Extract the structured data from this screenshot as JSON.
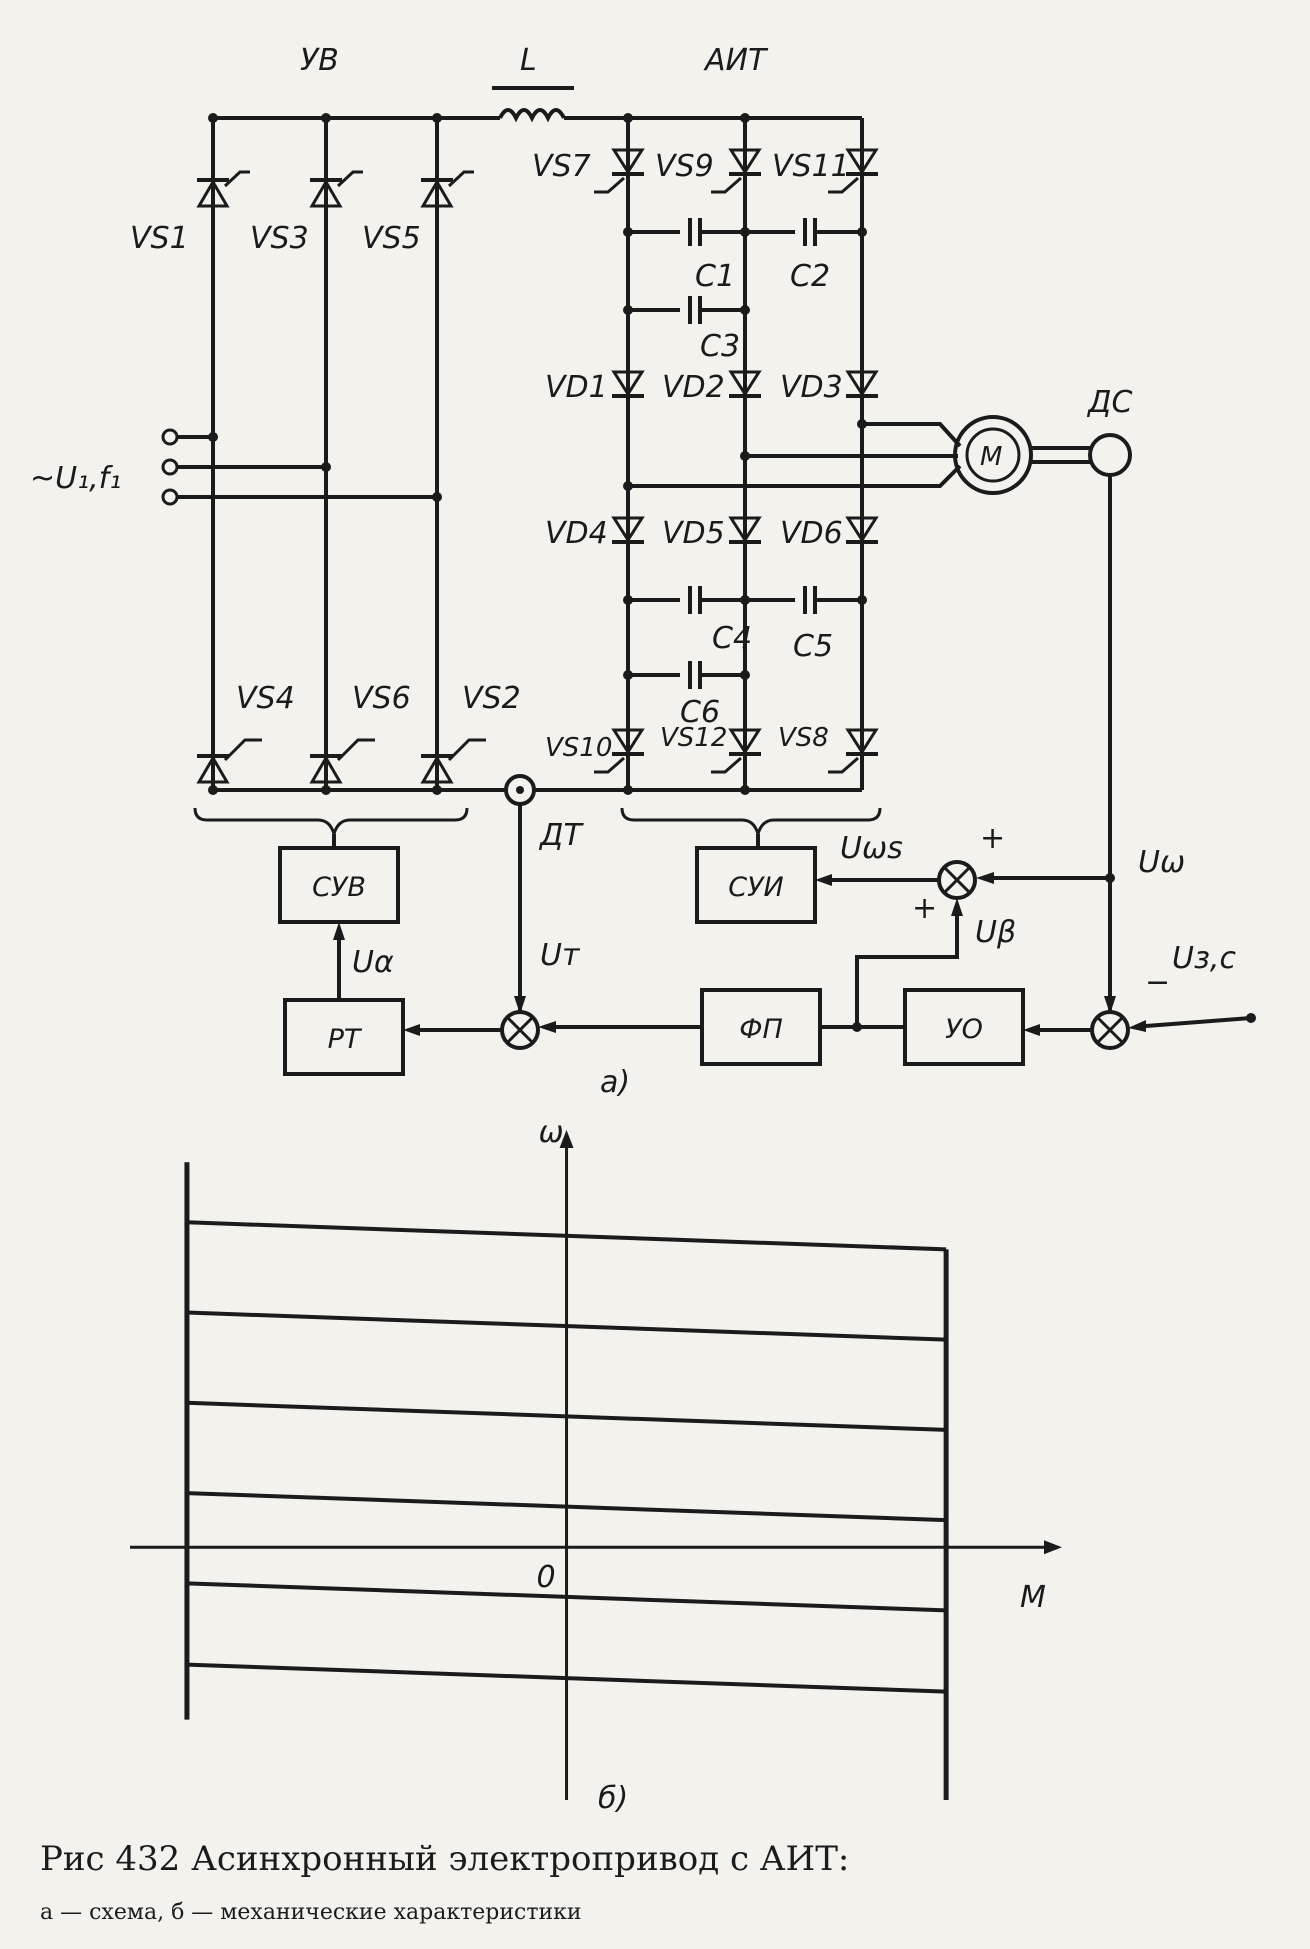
{
  "figure": {
    "part_a_label": "а)",
    "part_b_label": "б)",
    "caption_line1": "Рис  432  Асинхронный электропривод с АИТ:",
    "caption_line2": "а — схема, б — механические характеристики"
  },
  "schematic": {
    "rectifier_label": "УВ",
    "inductor_label": "L",
    "inverter_label": "АИТ",
    "supply_label": "~U₁,f₁",
    "motor_label": "М",
    "speed_sensor_label": "ДС",
    "current_sensor_label": "ДТ",
    "rectifier_thyristors": [
      "VS1",
      "VS3",
      "VS5",
      "VS4",
      "VS6",
      "VS2"
    ],
    "inverter_thyristors": [
      "VS7",
      "VS9",
      "VS11",
      "VS10",
      "VS12",
      "VS8"
    ],
    "diodes": [
      "VD1",
      "VD2",
      "VD3",
      "VD4",
      "VD5",
      "VD6"
    ],
    "capacitors": [
      "C1",
      "C2",
      "C3",
      "C4",
      "C5",
      "C6"
    ],
    "blocks": {
      "rectifier_control": "СУВ",
      "inverter_control": "СУИ",
      "current_regulator": "РТ",
      "function_converter": "ФП",
      "speed_regulator": "УО"
    },
    "signals": {
      "u_alpha": "Uα",
      "u_current": "Uт",
      "u_beta": "Uβ",
      "u_omega": "Uω",
      "u_omega_s": "Uωs",
      "u_setpoint": "Uз,с"
    },
    "signs": {
      "plus": "+",
      "minus": "−"
    }
  },
  "chart_data": {
    "type": "line",
    "xlabel": "M",
    "ylabel": "ω",
    "origin_label": "0",
    "series": [
      {
        "values": [
          [
            -1.0,
            3.6
          ],
          [
            1.0,
            3.3
          ]
        ]
      },
      {
        "values": [
          [
            -1.0,
            2.6
          ],
          [
            1.0,
            2.3
          ]
        ]
      },
      {
        "values": [
          [
            -1.0,
            1.6
          ],
          [
            1.0,
            1.3
          ]
        ]
      },
      {
        "values": [
          [
            -1.0,
            0.6
          ],
          [
            1.0,
            0.3
          ]
        ]
      },
      {
        "values": [
          [
            -1.0,
            -0.4
          ],
          [
            1.0,
            -0.7
          ]
        ]
      },
      {
        "values": [
          [
            -1.0,
            -1.3
          ],
          [
            1.0,
            -1.6
          ]
        ]
      }
    ],
    "limit_lines": {
      "m_min": -1.0,
      "m_max": 1.0
    },
    "xlim": [
      -1.15,
      1.3
    ],
    "ylim": [
      -2.8,
      4.6
    ]
  }
}
